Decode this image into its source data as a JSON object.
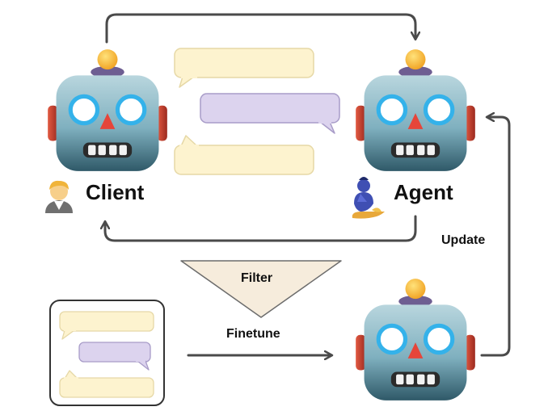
{
  "labels": {
    "client": "Client",
    "agent": "Agent",
    "filter": "Filter",
    "finetune": "Finetune",
    "update": "Update"
  },
  "icons": {
    "client_avatar": "person-icon",
    "agent_avatar": "genie-icon",
    "robot": "robot-icon"
  },
  "colors": {
    "chat_yellow": "#fdf3cf",
    "chat_purple": "#dcd3ee",
    "filter_fill": "#f6ecdc",
    "arrow": "#4a4a4a",
    "robot_face": "#7fb0bf",
    "robot_antenna": "#f5b52d",
    "robot_nose": "#e6453a",
    "robot_ear": "#c8402d"
  }
}
